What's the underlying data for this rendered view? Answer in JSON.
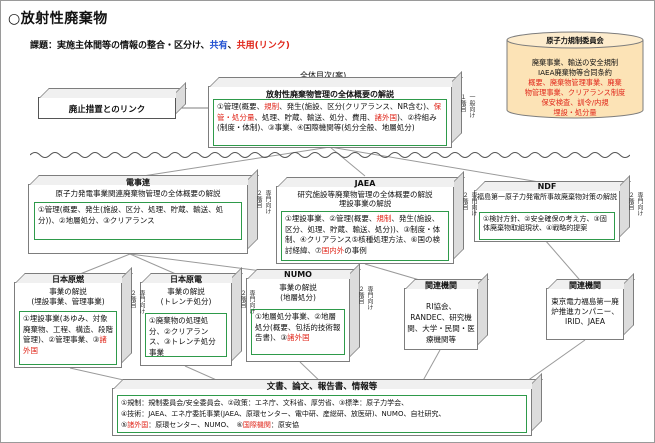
{
  "title": "○放射性廃棄物",
  "issue": {
    "prefix": "課題：実施主体間等の情報の整合・区分け、",
    "shared": "共有",
    "sep": "、",
    "shared_link": "共用(リンク)"
  },
  "regulator": {
    "name": "原子力規制委員会",
    "line1": "廃棄事業、輸送の安全規制",
    "line2": "IAEA廃棄物等合同条約",
    "line3_red": "概要、廃棄物管理事業、廃棄",
    "line4_red": "物管理事業、クリアランス制度",
    "line5_red": "保安検査、訓令/内規",
    "line6_red": "埋設・処分量"
  },
  "toc_label": "全体目次(案)",
  "decom_link": "廃止措置とのリンク",
  "main": {
    "title": "放射性廃棄物管理の全体概要の解説",
    "seg1": "①管理(概要、",
    "seg2_red": "規制",
    "seg3": "、発生(施設、区分(クリアランス、NR含む)、",
    "seg4_red": "保管・処分量",
    "seg5": "、処理、貯蔵、輸送、処分、費用、",
    "seg6_red": "諸外国",
    "seg7": ")、②枠組み(制度・体制)、③事業、④国際機関等(処分全般、地層処分)"
  },
  "fepc": {
    "name": "電事連",
    "subtitle": "原子力発電事業関連廃棄物管理の全体概要の解説",
    "content": "①管理(概要、発生(施設、区分、処理、貯蔵、輸送、処分))、②地層処分、③クリアランス"
  },
  "jaea": {
    "name": "JAEA",
    "subtitle": "研究施設等廃棄物管理の全体概要の解説",
    "subtitle2": "埋設事業の解説",
    "seg1": "①埋設事業、②管理(概要、",
    "seg2_red": "規制",
    "seg3": "、発生(施設、区分、処理、貯蔵、輸送、処分))、③制度・体制、④クリアランス⑤核種処理方法、⑥国の検討経緯、⑦",
    "seg4_red": "国内外",
    "seg5": "の事例"
  },
  "ndf": {
    "name": "NDF",
    "subtitle": "福島第一原子力発電所事故廃棄物対策の解説",
    "content": "①検討方針、②安全確保の考え方、③固体廃棄物取組現状、④戦略的提案"
  },
  "jnfl": {
    "name": "日本原燃",
    "subtitle": "事業の解説",
    "subtitle2": "(埋設事業、管理事業)",
    "seg1": "①埋設事業(あゆみ、対象廃棄物、工程、構造、段階管理)、②管理事業、③",
    "seg2_red": "諸外国"
  },
  "japc": {
    "name": "日本原電",
    "subtitle": "事業の解説",
    "subtitle2": "(トレンチ処分)",
    "content": "①廃棄物の処理処分、②クリアランス、③トレンチ処分事業"
  },
  "numo": {
    "name": "NUMO",
    "subtitle": "事業の解説",
    "subtitle2": "(地層処分)",
    "seg1": "①地層処分事業、②地層処分(概要、包括的技術報告書)、③",
    "seg2_red": "諸外国"
  },
  "related1": {
    "name": "関連機関",
    "content": "RI協会、RANDEC、研究機関、大学・民間・医療機関等"
  },
  "related2": {
    "name": "関連機関",
    "content": "東京電力福島第一廃炉推進カンパニー、IRID、JAEA"
  },
  "docs": {
    "name": "文書、論文、報告書、情報等",
    "line1": "①規制：規制委員会/安全委員会、②政策：エネ庁、文科省、厚労省、③標準：原子力学会、",
    "line2": "④技術：JAEA、エネ庁委託事業(JAEA、原環センター、電中研、産総研、放医研)、NUMO、自社研究、",
    "line3_a": "⑤",
    "line3_red1": "諸外国",
    "line3_b": "：原環センター、NUMO、　⑥",
    "line3_red2": "国際機関",
    "line3_c": "：原安協"
  },
  "side_labels": {
    "level1": "１階目",
    "level2": "２階目",
    "public": "一般向け",
    "expert": "専門向け"
  },
  "colors": {
    "shared": "#1f4fd0",
    "link": "#e0261a",
    "inner_border": "#2e9a4a",
    "cylinder": "#fce3b6"
  }
}
